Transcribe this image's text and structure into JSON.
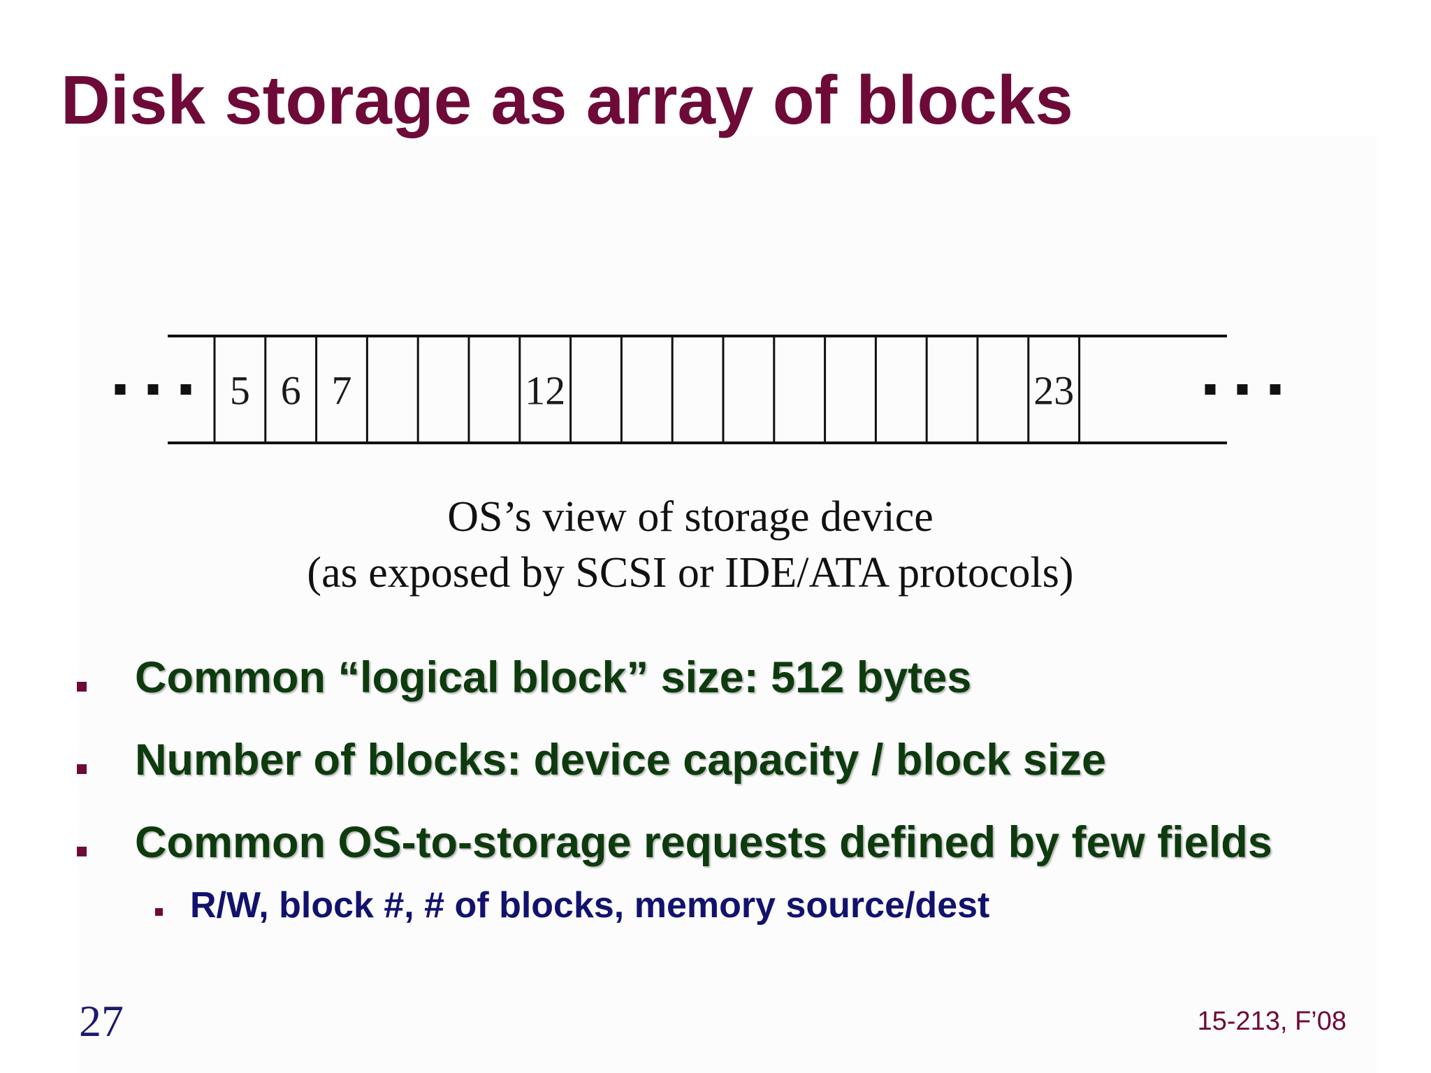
{
  "slide": {
    "title": "Disk storage as array of blocks",
    "block_labels": [
      "",
      "5",
      "6",
      "7",
      "",
      "",
      "",
      "12",
      "",
      "",
      "",
      "",
      "",
      "",
      "",
      "",
      "",
      "23",
      ""
    ],
    "caption_line1": "OS’s view of storage device",
    "caption_line2": "(as exposed by SCSI or IDE/ATA protocols)",
    "bullets": [
      "Common “logical block” size: 512 bytes",
      "Number of blocks: device capacity / block size",
      "Common OS-to-storage requests defined by few fields"
    ],
    "sub_bullets": [
      "R/W, block #, # of blocks, memory source/dest"
    ],
    "page_number": "27",
    "course_label": "15-213, F’08"
  },
  "colors": {
    "title": "#6e0a38",
    "bullet_text": "#0e3b0e",
    "sub_bullet_text": "#12126e",
    "bullet_marker": "#6e0a38",
    "line": "#111111"
  }
}
